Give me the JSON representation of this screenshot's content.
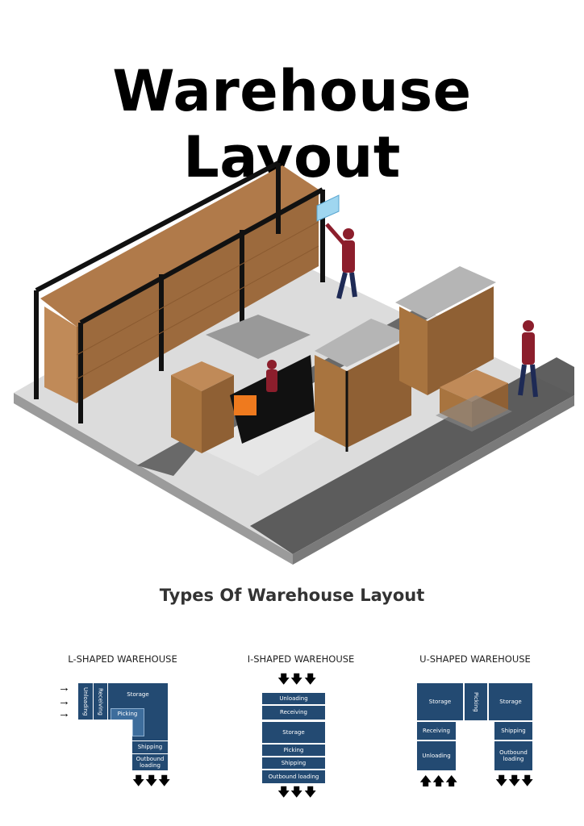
{
  "title": "Warehouse Layout",
  "subtitle": "Types Of Warehouse Layout",
  "colors": {
    "block": "#234a72",
    "picking_block": "#3d6d9c",
    "box": "#b07a4a",
    "rack": "#111111",
    "worker": "#8c1e2c"
  },
  "l_shaped": {
    "title": "L-SHAPED WAREHOUSE",
    "unloading": "Unloading",
    "receiving": "Receiving",
    "storage": "Storage",
    "picking": "Picking",
    "shipping": "Shipping",
    "outbound": "Outbound loading"
  },
  "i_shaped": {
    "title": "I-SHAPED WAREHOUSE",
    "unloading": "Unloading",
    "receiving": "Receiving",
    "storage": "Storage",
    "picking": "Picking",
    "shipping": "Shipping",
    "outbound": "Outbound loading"
  },
  "u_shaped": {
    "title": "U-SHAPED WAREHOUSE",
    "storage_left": "Storage",
    "picking": "Picking",
    "storage_right": "Storage",
    "receiving": "Receiving",
    "unloading": "Unloading",
    "shipping": "Shipping",
    "outbound": "Outbound loading"
  },
  "icons": {
    "arrow_right": "→",
    "arrow_down": "🡇",
    "arrow_up": "🡅"
  }
}
